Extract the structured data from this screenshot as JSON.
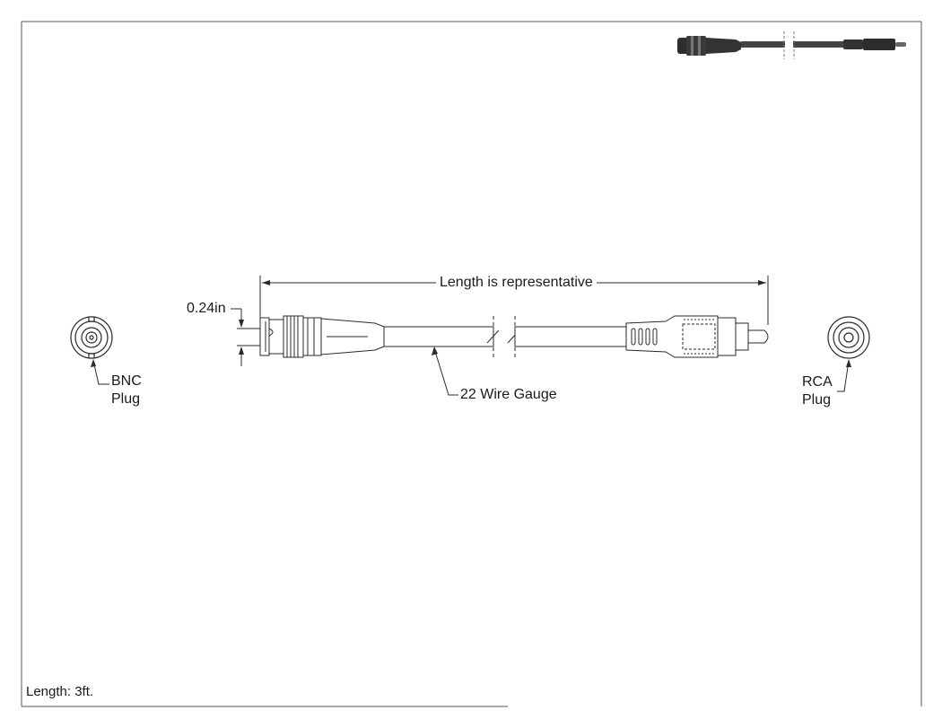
{
  "drawing": {
    "length_label": "Length is representative",
    "diameter_label": "0.24in",
    "wire_label": "22 Wire Gauge",
    "left_end": {
      "line1": "BNC",
      "line2": "Plug"
    },
    "right_end": {
      "line1": "RCA",
      "line2": "Plug"
    },
    "footer": "Length: 3ft."
  },
  "colors": {
    "line": "#2a2a2a",
    "thumbnail_body": "#3a3a3a",
    "background": "#ffffff"
  },
  "icons": [
    "bnc-plug-face-icon",
    "rca-plug-face-icon",
    "cable-thumbnail-icon"
  ]
}
